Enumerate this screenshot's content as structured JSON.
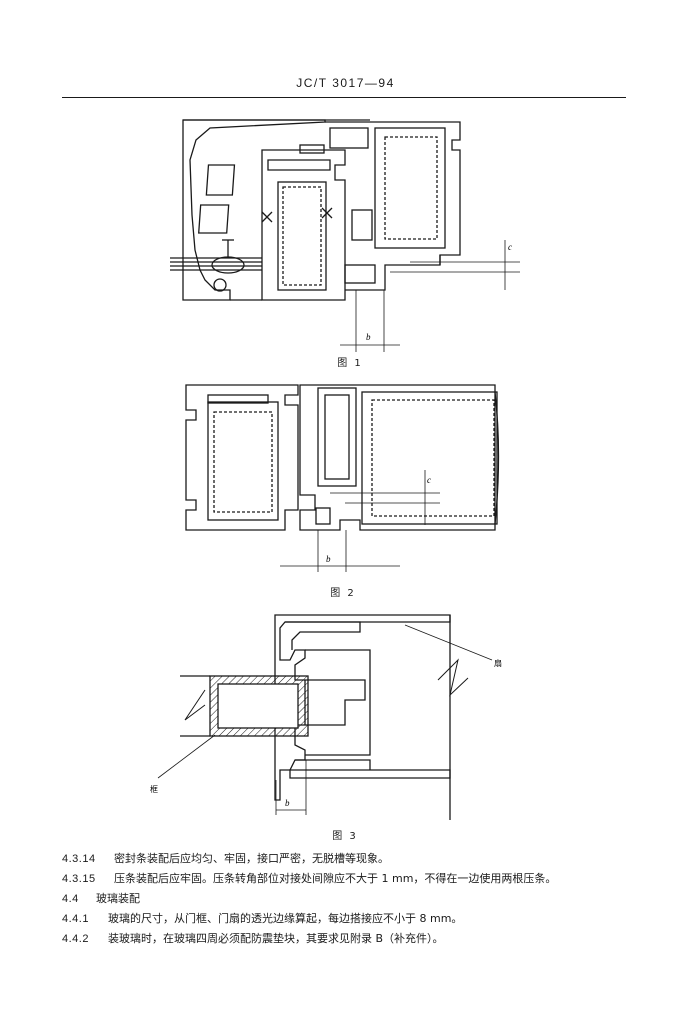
{
  "header": {
    "code": "JC/T 3017—94"
  },
  "figures": {
    "fig1": {
      "caption": "图 1",
      "label_c": "c",
      "label_b": "b"
    },
    "fig2": {
      "caption": "图 2",
      "label_c": "c",
      "label_b": "b"
    },
    "fig3": {
      "caption": "图 3",
      "label_sash": "扇",
      "label_frame": "框",
      "label_b": "b"
    }
  },
  "clauses": [
    {
      "num": "4.3.14",
      "text": "密封条装配后应均匀、牢固，接口严密，无脱槽等现象。"
    },
    {
      "num": "4.3.15",
      "text": "压条装配后应牢固。压条转角部位对接处间隙应不大于 1 mm，不得在一边使用两根压条。"
    },
    {
      "num": "4.4",
      "text": "玻璃装配"
    },
    {
      "num": "4.4.1",
      "text": "玻璃的尺寸，从门框、门扇的透光边缘算起，每边搭接应不小于 8 mm。"
    },
    {
      "num": "4.4.2",
      "text": "装玻璃时，在玻璃四周必须配防震垫块，其要求见附录 B（补充件）。"
    }
  ]
}
